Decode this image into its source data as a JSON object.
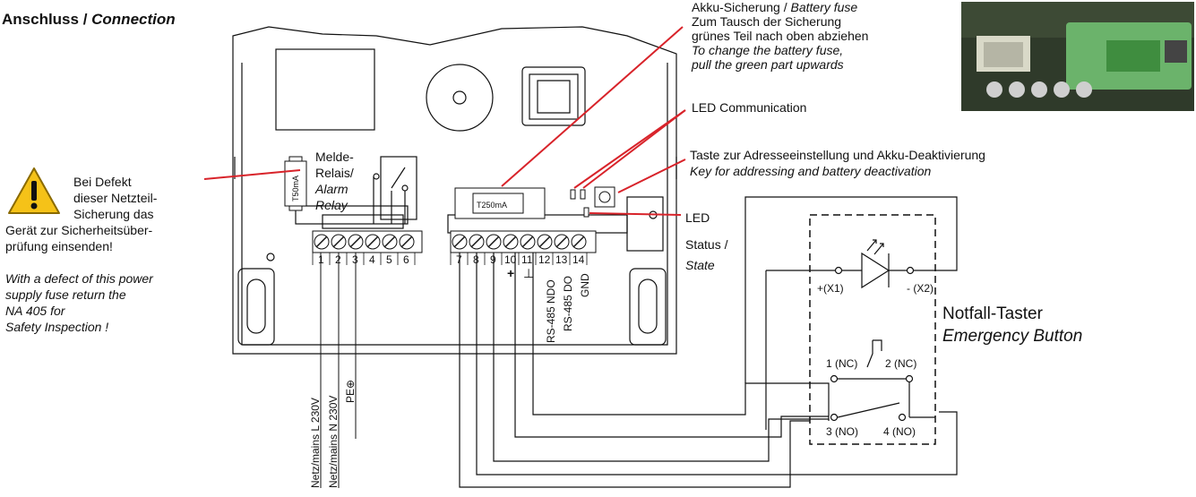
{
  "title": {
    "de": "Anschluss / ",
    "en": "Connection"
  },
  "battery_fuse": {
    "line1_de": "Akku-Sicherung / ",
    "line1_en": "Battery fuse",
    "line2": "Zum Tausch der Sicherung",
    "line3": "grünes Teil nach oben abziehen",
    "line4": "To change the battery fuse,",
    "line5": "pull the green part upwards"
  },
  "led_communication": "LED Communication",
  "key": {
    "de": "Taste zur Adresseeinstellung und Akku-Deaktivierung",
    "en": "Key for addressing and battery deactivation"
  },
  "led_status": {
    "line1": "LED",
    "line2": "Status /",
    "line3": "State"
  },
  "alarm_relay": {
    "line1": "Melde-",
    "line2": "Relais/",
    "line3": "Alarm",
    "line4": "Relay"
  },
  "warning": {
    "line1": "Bei Defekt",
    "line2": "dieser Netzteil-",
    "line3": "Sicherung das",
    "line4": "Gerät zur Sicherheitsüber-",
    "line5": "prüfung einsenden!",
    "en1": "With a defect of this power",
    "en2": "supply fuse return the",
    "en3": "NA 405 for",
    "en4": "Safety Inspection !"
  },
  "fuse_labels": {
    "mains_fuse": "T50mA",
    "battery_fuse": "T250mA"
  },
  "terminals_left": [
    "1",
    "2",
    "3",
    "4",
    "5",
    "6"
  ],
  "terminals_right": [
    "7",
    "8",
    "9",
    "10",
    "11",
    "12",
    "13",
    "14"
  ],
  "terminal_symbols": {
    "plus": "+",
    "gnd": "⊥"
  },
  "bus_labels": [
    "RS-485 NDO",
    "RS-485 DO",
    "GND"
  ],
  "mains_labels": [
    "Netz/mains L 230V",
    "Netz/mains N  230V",
    "PE⊕"
  ],
  "emergency": {
    "de": "Notfall-Taster",
    "en": "Emergency Button",
    "x1": "+(X1)",
    "x2": "- (X2)",
    "nc1": "1 (NC)",
    "nc2": "2 (NC)",
    "no3": "3 (NO)",
    "no4": "4 (NO)"
  },
  "colors": {
    "callout": "#d8232a",
    "warning_fill": "#f5c218",
    "photo_green": "#6bb36b"
  }
}
